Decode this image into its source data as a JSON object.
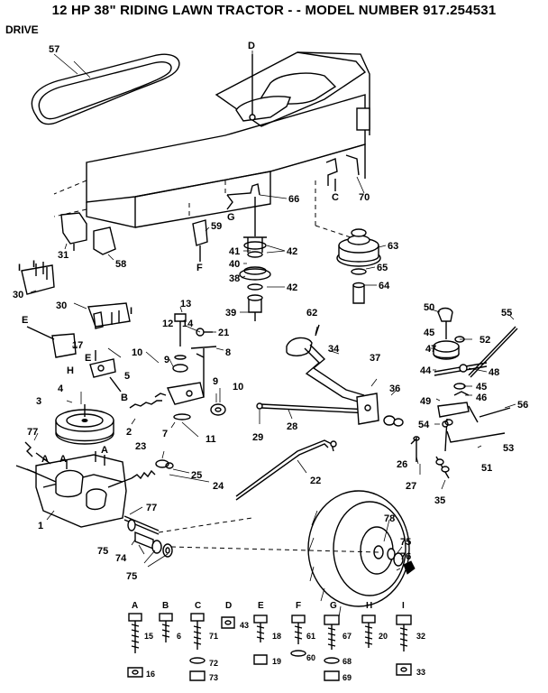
{
  "header": {
    "title": "12 HP 38\" RIDING LAWN TRACTOR - - MODEL NUMBER 917.254531",
    "section": "DRIVE"
  },
  "callouts": {
    "c57": "57",
    "cD": "D",
    "c66": "66",
    "c70": "70",
    "c59": "59",
    "cG": "G",
    "cC": "C",
    "cF": "F",
    "c41": "41",
    "c40": "40",
    "c42a": "42",
    "c42b": "42",
    "c38": "38",
    "c63": "63",
    "c65": "65",
    "c64": "64",
    "c31": "31",
    "c58": "58",
    "c30a": "30",
    "c30b": "30",
    "cIa": "I",
    "cIb": "I",
    "cIc": "I",
    "c39": "39",
    "c13": "13",
    "c12": "12",
    "c14": "14",
    "c21": "21",
    "c8": "8",
    "c62": "62",
    "c34": "34",
    "c50": "50",
    "c55": "55",
    "c45a": "45",
    "c52": "52",
    "c47": "47",
    "cE1": "E",
    "c17": "17",
    "cE2": "E",
    "cH": "H",
    "c5": "5",
    "cB": "B",
    "c10a": "10",
    "c9a": "9",
    "c9b": "9",
    "c10b": "10",
    "c37": "37",
    "c44": "44",
    "c48": "48",
    "c45b": "45",
    "c46": "46",
    "c49": "49",
    "c56": "56",
    "c36": "36",
    "c4": "4",
    "c3": "3",
    "c2": "2",
    "c7": "7",
    "c11": "11",
    "c29": "29",
    "c28": "28",
    "c54": "54",
    "c53": "53",
    "c77a": "77",
    "cAa": "A",
    "cAb": "A",
    "cAc": "A",
    "c23": "23",
    "c25": "25",
    "c24": "24",
    "c26": "26",
    "c51": "51",
    "c27": "27",
    "c22": "22",
    "c35": "35",
    "c77b": "77",
    "c1": "1",
    "c78": "78",
    "c75a": "75",
    "c74": "74",
    "c75b": "75",
    "c75c": "75",
    "c76": "76"
  },
  "fasteners": [
    {
      "letter": "A",
      "bolt": "15",
      "nut": "16"
    },
    {
      "letter": "B",
      "bolt": "6",
      "nut": ""
    },
    {
      "letter": "C",
      "bolt": "71",
      "washer": "72",
      "nut": "73"
    },
    {
      "letter": "D",
      "bolt": "43",
      "nut": ""
    },
    {
      "letter": "E",
      "bolt": "18",
      "nut": "19"
    },
    {
      "letter": "F",
      "bolt": "61",
      "washer": "60"
    },
    {
      "letter": "G",
      "bolt": "67",
      "washer": "68",
      "nut": "69"
    },
    {
      "letter": "H",
      "bolt": "20",
      "nut": ""
    },
    {
      "letter": "I",
      "bolt": "32",
      "nut": "33"
    }
  ]
}
